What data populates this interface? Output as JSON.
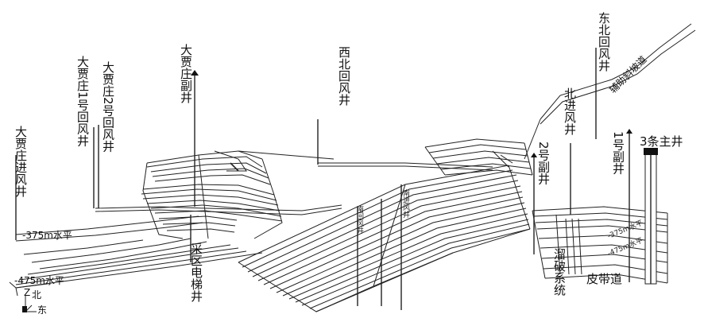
{
  "labels": {
    "dajiazhuang_intake": "大贾庄进风井",
    "dajiazhuang_1_return": "大贾庄1号回风井",
    "dajiazhuang_2_return": "大贾庄2号回风井",
    "dajiazhuang_aux": "大贾庄副井",
    "northwest_return": "西北回风井",
    "northeast_return": "东北回风井",
    "aux_incline": "辅助斜坡道",
    "north_intake": "北进风井",
    "aux_shaft_1": "1号副井",
    "aux_shaft_2": "2号副井",
    "main_shaft_3": "3条主井",
    "level_375_left": "-375m水平",
    "level_475_left": "-475m水平",
    "level_375_right": "-375m水平",
    "level_475_right": "-475m水平",
    "mining_elevator": "采区电梯井",
    "chute_system": "溜破系统",
    "belt_road": "皮带道",
    "south_return": "南回风井",
    "south_intake": "南进风井",
    "compass_north": "北",
    "compass_east": "东",
    "compass_z": "Z"
  },
  "colors": {
    "line": "#222222",
    "background": "#ffffff"
  }
}
